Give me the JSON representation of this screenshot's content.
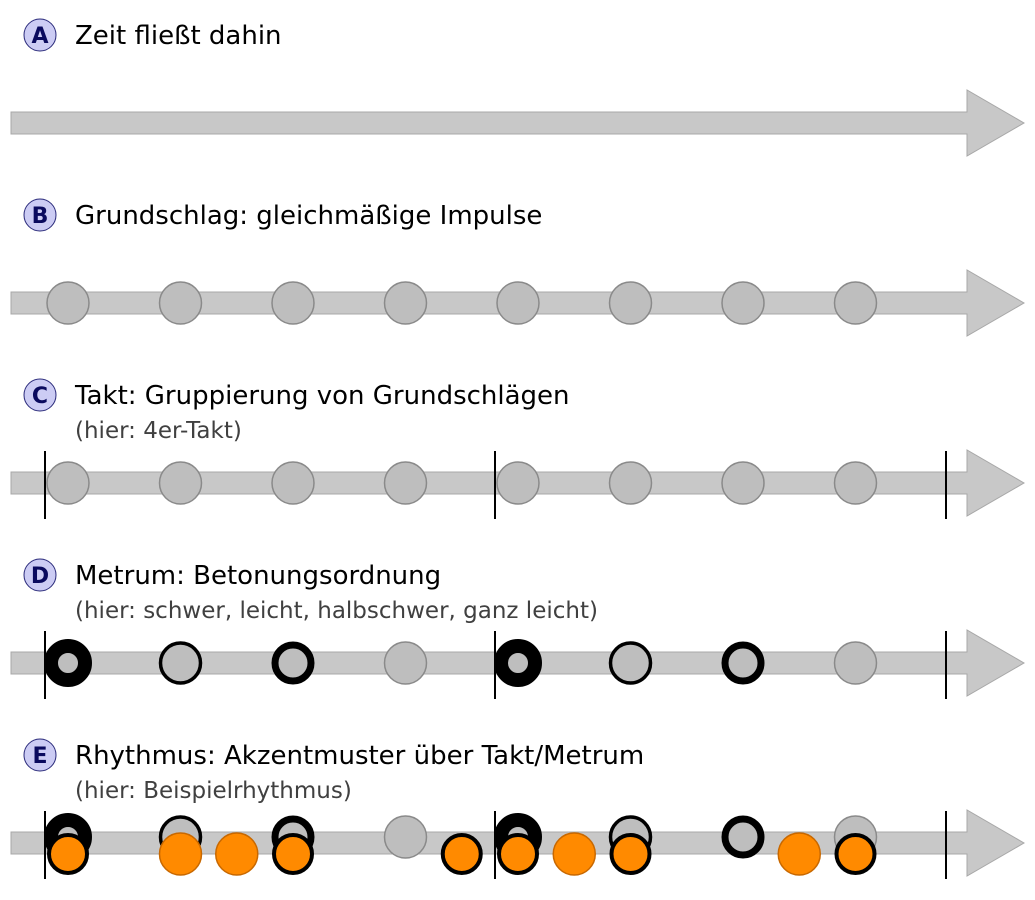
{
  "colors": {
    "arrow_fill": "#c8c8c8",
    "arrow_stroke": "#a8a8a8",
    "beat_fill": "#bebebe",
    "beat_stroke": "#8a8a8a",
    "accent_stroke": "#000000",
    "badge_fill": "#ccccf4",
    "badge_stroke": "#2a2a7a",
    "rhythm_fill": "#ff8a00",
    "rhythm_stroke": "#c86800"
  },
  "panels": [
    {
      "letter": "A",
      "title": "Zeit fließt dahin",
      "subtitle": "",
      "beats": 0,
      "barlines": false,
      "accents": [],
      "rhythm": []
    },
    {
      "letter": "B",
      "title": "Grundschlag: gleichmäßige Impulse",
      "subtitle": "",
      "beats": 8,
      "barlines": false,
      "accents": [],
      "rhythm": []
    },
    {
      "letter": "C",
      "title": "Takt: Gruppierung von Grundschlägen",
      "subtitle": "(hier: 4er-Takt)",
      "beats": 8,
      "barlines": true,
      "accents": [],
      "rhythm": []
    },
    {
      "letter": "D",
      "title": "Metrum: Betonungsordnung",
      "subtitle": "(hier: schwer, leicht, halbschwer, ganz leicht)",
      "beats": 8,
      "barlines": true,
      "accents": [
        "schwer",
        "leicht",
        "halbschwer",
        "ganz leicht",
        "schwer",
        "leicht",
        "halbschwer",
        "ganz leicht"
      ],
      "rhythm": []
    },
    {
      "letter": "E",
      "title": "Rhythmus: Akzentmuster über Takt/Metrum",
      "subtitle": "(hier: Beispielrhythmus)",
      "beats": 8,
      "barlines": true,
      "accents": [
        "schwer",
        "leicht",
        "halbschwer",
        "ganz leicht",
        "schwer",
        "leicht",
        "halbschwer",
        "ganz leicht"
      ],
      "rhythm": [
        {
          "pos": 0,
          "style": "outlined"
        },
        {
          "pos": 1,
          "style": "plain"
        },
        {
          "pos": 1.5,
          "style": "plain"
        },
        {
          "pos": 2,
          "style": "outlined"
        },
        {
          "pos": 3.5,
          "style": "outlined"
        },
        {
          "pos": 4,
          "style": "outlined"
        },
        {
          "pos": 4.5,
          "style": "plain"
        },
        {
          "pos": 5,
          "style": "outlined"
        },
        {
          "pos": 6.5,
          "style": "plain"
        },
        {
          "pos": 7,
          "style": "outlined"
        }
      ]
    }
  ]
}
